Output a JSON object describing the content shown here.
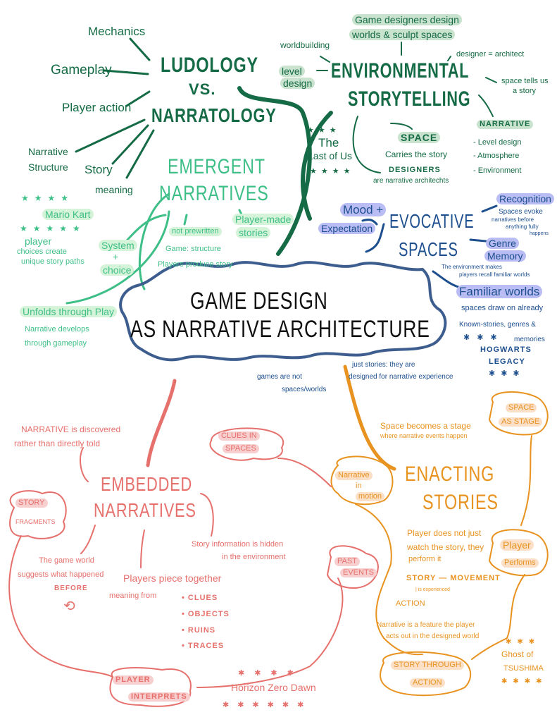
{
  "title": {
    "line1": "GAME DESIGN",
    "line2": "AS NARRATIVE ARCHITECTURE"
  },
  "ludology": {
    "title1": "LUDOLOGY",
    "title2": "VS.",
    "title3": "NARRATOLOGY",
    "left": [
      "Mechanics",
      "Gameplay",
      "Player action"
    ],
    "right": [
      "Narrative",
      "Structure",
      "Story",
      "meaning"
    ]
  },
  "environmental": {
    "title1": "ENVIRONMENTAL",
    "title2": "STORYTELLING",
    "top1": "Game designers design",
    "top2": "worlds & sculpt spaces",
    "worldbuilding": "worldbuilding",
    "level1": "level",
    "level2": "design",
    "designer": "designer = architect",
    "space_tells1": "space tells us",
    "space_tells2": "a story",
    "example1": "The",
    "example2": "Last of Us",
    "space": "SPACE",
    "carries": "Carries the story",
    "designers": "DESIGNERS",
    "architects": "are narrative architechts",
    "narrative": "NARRATIVE",
    "narrative_items": [
      "- Level design",
      "- Atmosphere",
      "- Environment"
    ]
  },
  "emergent": {
    "title1": "EMERGENT",
    "title2": "NARRATIVES",
    "example": "Mario Kart",
    "player1": "player",
    "player2": "choices create",
    "player3": "unique story paths",
    "system1": "System",
    "system2": "+",
    "system3": "choice",
    "not_prewritten": "not prewritten",
    "structure": "Game: structure",
    "produce": "Players produce story",
    "made1": "Player-made",
    "made2": "stories",
    "unfolds": "Unfolds through Play",
    "develops1": "Narrative develops",
    "develops2": "through gameplay"
  },
  "evocative": {
    "title1": "EVOCATIVE",
    "title2": "SPACES",
    "mood1": "Mood +",
    "mood2": "Expectation",
    "recognition": "Recognition",
    "rec_text": [
      "Spaces evoke",
      "narratives before",
      "anything fully",
      "happens"
    ],
    "genre1": "Genre",
    "genre2": "Memory",
    "genre_text1": "The environment   makes",
    "genre_text2": "players recall familiar worlds",
    "familiar": "Familiar worlds",
    "fam_text": [
      "spaces draw on already",
      "Known-stories, genres &",
      "memories"
    ],
    "example1": "HOGWARTS",
    "example2": "LEGACY"
  },
  "center_notes": {
    "a1": "games are not",
    "a2": "spaces/worlds",
    "b1": "just  stories: they are",
    "b2": "designed for narrative experience"
  },
  "embedded": {
    "title1": "EMBEDDED",
    "title2": "NARRATIVES",
    "discovered1": "NARRATIVE is discovered",
    "discovered2": "rather than directly told",
    "clues1": "CLUES IN",
    "clues2": "SPACES",
    "fragments1": "STORY",
    "fragments2": "FRAGMENTS",
    "hidden1": "Story information is hidden",
    "hidden2": "in the environment",
    "world1": "The game world",
    "world2": "suggests what happened",
    "world3": "BEFORE",
    "piece1": "Players piece together",
    "piece2": "meaning from",
    "list": [
      "• CLUES",
      "• OBJECTS",
      "• RUINS",
      "• TRACES"
    ],
    "past1": "PAST",
    "past2": "EVENTS",
    "interprets1": "PLAYER",
    "interprets2": "INTERPRETS",
    "example": "Horizon Zero Dawn"
  },
  "enacting": {
    "title1": "ENACTING",
    "title2": "STORIES",
    "stage1": "Space becomes a stage",
    "stage2": "where narrative events happen",
    "sas1": "SPACE",
    "sas2": "AS STAGE",
    "motion1": "Narrative",
    "motion2": "in",
    "motion3": "motion",
    "perform1": "Player does not just",
    "perform2": "watch the story, they",
    "perform3": "perform it",
    "performs1": "Player",
    "performs2": "Performs",
    "story_move": "STORY — MOVEMENT",
    "experienced": "| is experienced",
    "action": "ACTION",
    "feature1": "Narrative is a feature the player",
    "feature2": "acts out in the designed world",
    "sta1": "STORY THROUGH",
    "sta2": "ACTION",
    "example1": "Ghost of",
    "example2": "TSUSHIMA"
  },
  "colors": {
    "dark_green": "#156b45",
    "mint": "#3fbf88",
    "blue": "#1d4f8f",
    "pink": "#e6706c",
    "orange": "#e8921f"
  }
}
